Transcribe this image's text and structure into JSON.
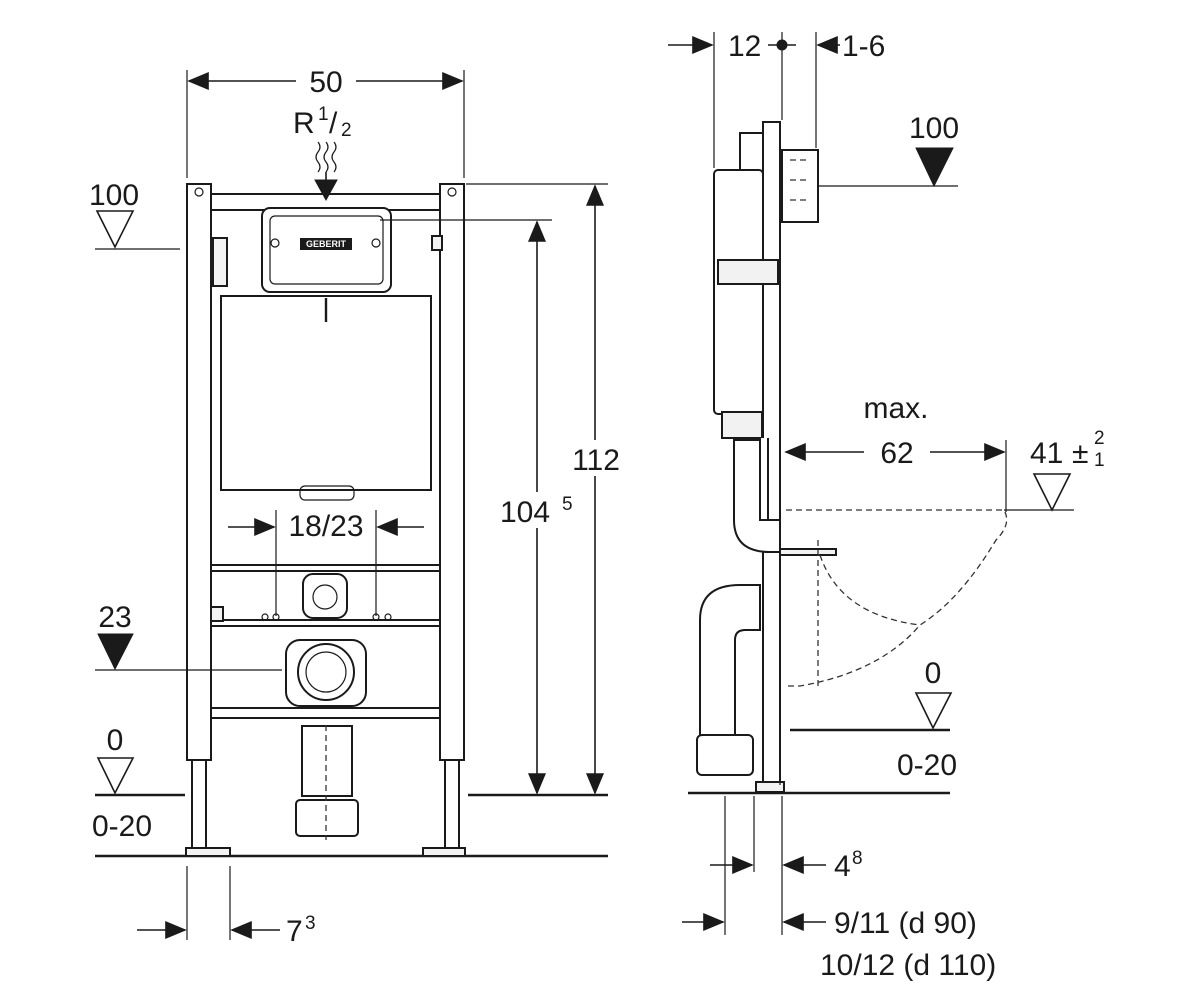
{
  "labels": {
    "width_50": "50",
    "supply_R": "R",
    "supply_frac_num": "1",
    "supply_frac_sep": "/",
    "supply_frac_den": "2",
    "level_100_left": "100",
    "height_112": "112",
    "height_104": "104",
    "height_104_sup": "5",
    "span_18_23": "18/23",
    "level_23": "23",
    "level_0_left": "0",
    "range_0_20_left": "0-20",
    "foot_7": "7",
    "foot_7_sup": "3",
    "side_12": "12",
    "side_1_6": "1-6",
    "level_100_right": "100",
    "max_label": "max.",
    "depth_62": "62",
    "level_41": "41",
    "tol_pm": "±",
    "tol_plus": "2",
    "tol_minus": "1",
    "level_0_right": "0",
    "range_0_20_right": "0-20",
    "offset_4": "4",
    "offset_4_sup": "8",
    "pipe_90": "9/11 (d 90)",
    "pipe_110": "10/12 (d 110)",
    "brand_logo": "GEBERIT"
  },
  "icons": {
    "heat_supply": "wavy-lines-icon",
    "level_filled": "filled-triangle-icon",
    "level_open": "open-triangle-icon",
    "arrowhead": "arrowhead-icon"
  },
  "colors": {
    "line": "#1a1a1a",
    "panel_fill": "#f2f2f2",
    "background": "#ffffff"
  }
}
